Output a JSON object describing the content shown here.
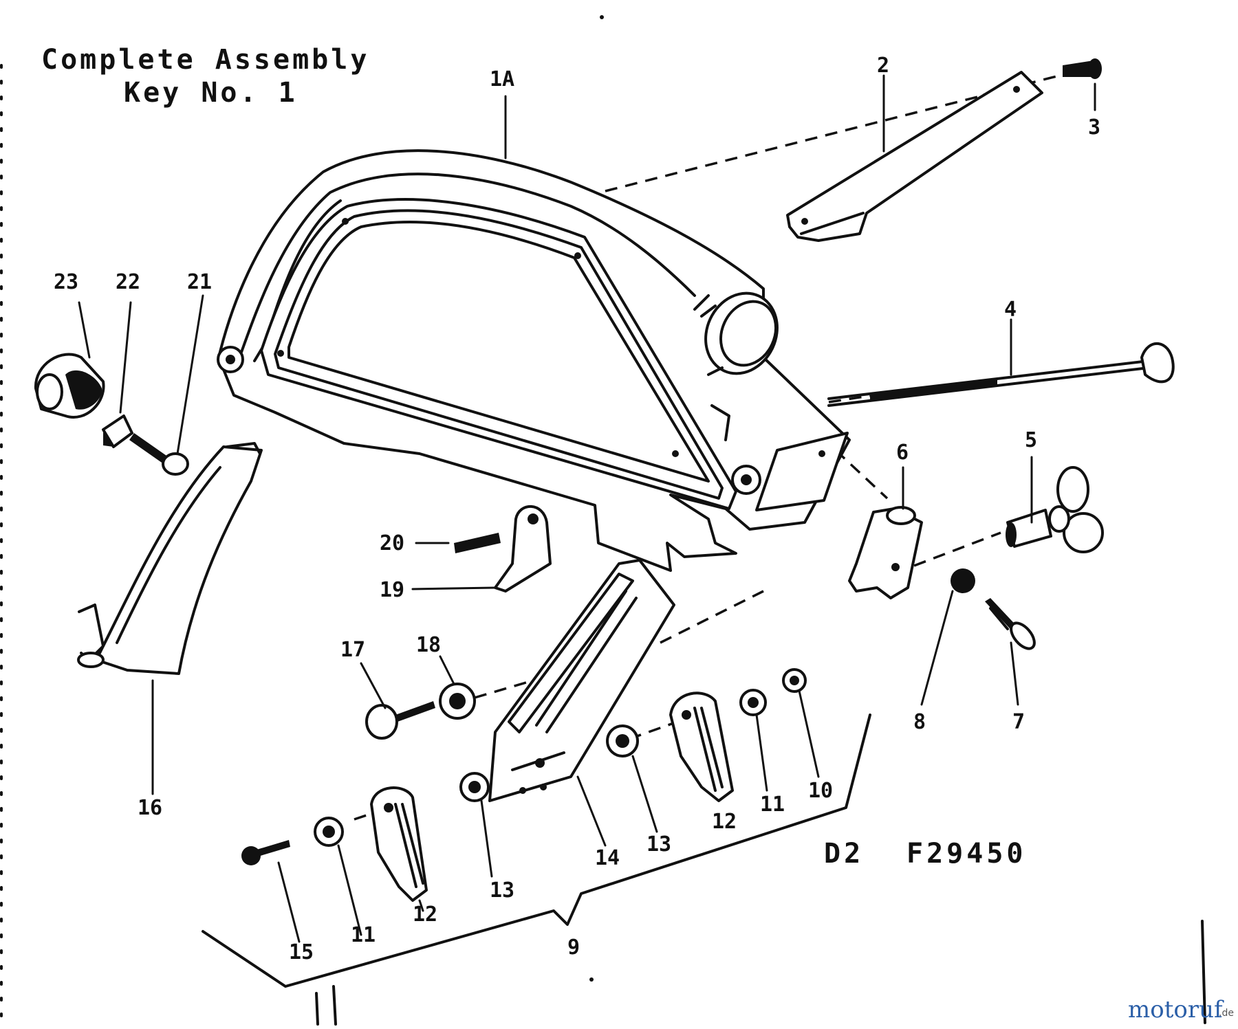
{
  "header": {
    "line1": "Complete Assembly",
    "line2": "Key No. 1"
  },
  "diagram_code": {
    "prefix": "D2",
    "number": "F29450"
  },
  "callouts": {
    "c1A": "1A",
    "c2": "2",
    "c3": "3",
    "c4": "4",
    "c5": "5",
    "c6": "6",
    "c7": "7",
    "c8": "8",
    "c9": "9",
    "c10": "10",
    "c11a": "11",
    "c11b": "11",
    "c12a": "12",
    "c12b": "12",
    "c13a": "13",
    "c13b": "13",
    "c14": "14",
    "c15": "15",
    "c16": "16",
    "c17": "17",
    "c18": "18",
    "c19": "19",
    "c20": "20",
    "c21": "21",
    "c22": "22",
    "c23": "23"
  },
  "watermark": {
    "brand": "motoruf",
    "suffix": ".de"
  },
  "colors": {
    "ink": "#111111",
    "paper": "#ffffff",
    "wm_blue": "#2b5fa8",
    "wm_orange": "#e07a1f",
    "wm_green": "#3a9a3a",
    "wm_red": "#c43a2a"
  }
}
